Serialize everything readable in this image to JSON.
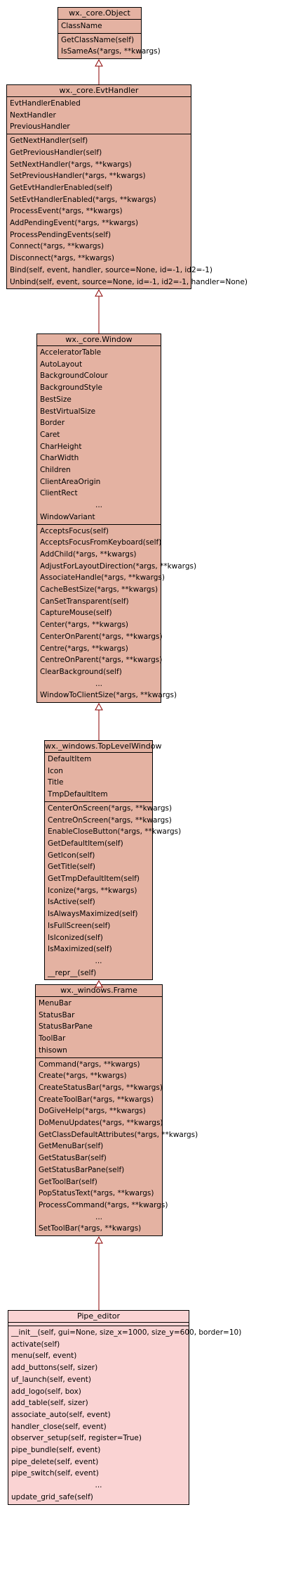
{
  "classes": [
    {
      "title": "wx._core.Object",
      "attributes": [
        "ClassName"
      ],
      "methods": [
        "GetClassName(self)",
        "IsSameAs(*args, **kwargs)"
      ]
    },
    {
      "title": "wx._core.EvtHandler",
      "attributes": [
        "EvtHandlerEnabled",
        "NextHandler",
        "PreviousHandler"
      ],
      "methods": [
        "GetNextHandler(self)",
        "GetPreviousHandler(self)",
        "SetNextHandler(*args, **kwargs)",
        "SetPreviousHandler(*args, **kwargs)",
        "GetEvtHandlerEnabled(self)",
        "SetEvtHandlerEnabled(*args, **kwargs)",
        "ProcessEvent(*args, **kwargs)",
        "AddPendingEvent(*args, **kwargs)",
        "ProcessPendingEvents(self)",
        "Connect(*args, **kwargs)",
        "Disconnect(*args, **kwargs)",
        "Bind(self, event, handler, source=None, id=-1, id2=-1)",
        "Unbind(self, event, source=None, id=-1, id2=-1, handler=None)"
      ]
    },
    {
      "title": "wx._core.Window",
      "attributes": [
        "AcceleratorTable",
        "AutoLayout",
        "BackgroundColour",
        "BackgroundStyle",
        "BestSize",
        "BestVirtualSize",
        "Border",
        "Caret",
        "CharHeight",
        "CharWidth",
        "Children",
        "ClientAreaOrigin",
        "ClientRect",
        "...",
        "WindowVariant"
      ],
      "methods": [
        "AcceptsFocus(self)",
        "AcceptsFocusFromKeyboard(self)",
        "AddChild(*args, **kwargs)",
        "AdjustForLayoutDirection(*args, **kwargs)",
        "AssociateHandle(*args, **kwargs)",
        "CacheBestSize(*args, **kwargs)",
        "CanSetTransparent(self)",
        "CaptureMouse(self)",
        "Center(*args, **kwargs)",
        "CenterOnParent(*args, **kwargs)",
        "Centre(*args, **kwargs)",
        "CentreOnParent(*args, **kwargs)",
        "ClearBackground(self)",
        "...",
        "WindowToClientSize(*args, **kwargs)"
      ]
    },
    {
      "title": "wx._windows.TopLevelWindow",
      "attributes": [
        "DefaultItem",
        "Icon",
        "Title",
        "TmpDefaultItem"
      ],
      "methods": [
        "CenterOnScreen(*args, **kwargs)",
        "CentreOnScreen(*args, **kwargs)",
        "EnableCloseButton(*args, **kwargs)",
        "GetDefaultItem(self)",
        "GetIcon(self)",
        "GetTitle(self)",
        "GetTmpDefaultItem(self)",
        "Iconize(*args, **kwargs)",
        "IsActive(self)",
        "IsAlwaysMaximized(self)",
        "IsFullScreen(self)",
        "IsIconized(self)",
        "IsMaximized(self)",
        "...",
        "__repr__(self)"
      ]
    },
    {
      "title": "wx._windows.Frame",
      "attributes": [
        "MenuBar",
        "StatusBar",
        "StatusBarPane",
        "ToolBar",
        "thisown"
      ],
      "methods": [
        "Command(*args, **kwargs)",
        "Create(*args, **kwargs)",
        "CreateStatusBar(*args, **kwargs)",
        "CreateToolBar(*args, **kwargs)",
        "DoGiveHelp(*args, **kwargs)",
        "DoMenuUpdates(*args, **kwargs)",
        "GetClassDefaultAttributes(*args, **kwargs)",
        "GetMenuBar(self)",
        "GetStatusBar(self)",
        "GetStatusBarPane(self)",
        "GetToolBar(self)",
        "PopStatusText(*args, **kwargs)",
        "ProcessCommand(*args, **kwargs)",
        "...",
        "SetToolBar(*args, **kwargs)"
      ]
    },
    {
      "title": "Pipe_editor",
      "attributes": [],
      "methods": [
        "__init__(self, gui=None, size_x=1000, size_y=600, border=10)",
        "activate(self)",
        "menu(self, event)",
        "add_buttons(self, sizer)",
        "uf_launch(self, event)",
        "add_logo(self, box)",
        "add_table(self, sizer)",
        "associate_auto(self, event)",
        "handler_close(self, event)",
        "observer_setup(self, register=True)",
        "pipe_bundle(self, event)",
        "pipe_delete(self, event)",
        "pipe_switch(self, event)",
        "...",
        "update_grid_safe(self)"
      ]
    }
  ]
}
